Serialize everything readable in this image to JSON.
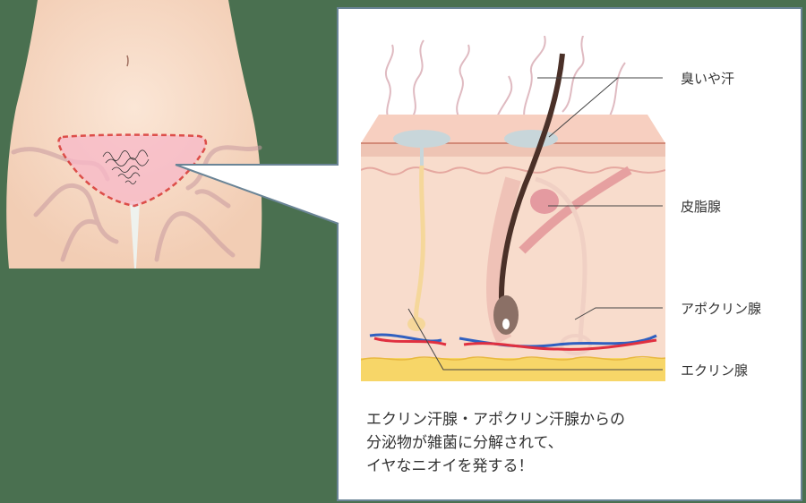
{
  "labels": {
    "odor_sweat": "臭いや汗",
    "sebaceous_gland": "皮脂腺",
    "apocrine_gland": "アポクリン腺",
    "eccrine_gland": "エクリン腺"
  },
  "caption": {
    "lines": [
      "エクリン汗腺・アポクリン汗腺からの",
      "分泌物が雑菌に分解されて、",
      "イヤなニオイを発する！"
    ]
  },
  "colors": {
    "background": "#4a7050",
    "callout_border": "#6a8496",
    "highlight_dash": "#d42020",
    "highlight_fill": "#f8c0cc",
    "skin": "#f6d5c0"
  }
}
